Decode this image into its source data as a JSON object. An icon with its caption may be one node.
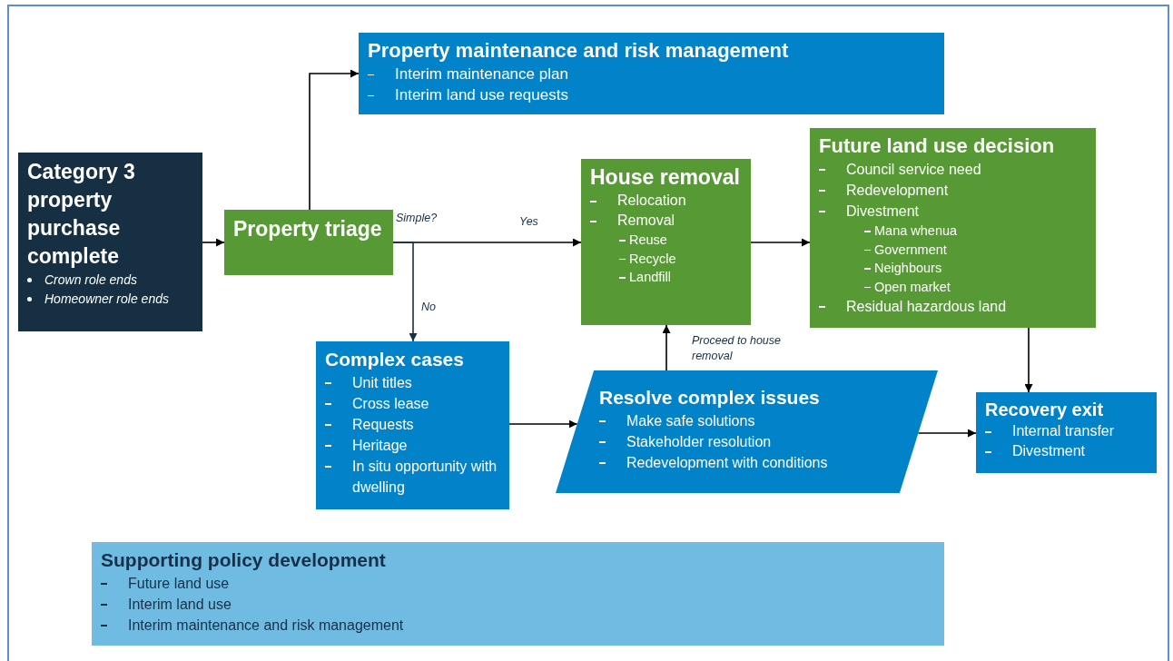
{
  "diagram": {
    "nodes": [
      {
        "text": [
          "Category 3 property purchase complete",
          "Crown role ends",
          "Homeowner role ends"
        ]
      },
      {
        "text": [
          "Property maintenance and risk management",
          "Interim maintenance plan",
          "Interim land use requests"
        ]
      },
      {
        "text": [
          "Property triage"
        ]
      },
      {
        "text": [
          "House removal",
          "Relocation",
          "Removal",
          "Reuse",
          "Recycle",
          "Landfill"
        ]
      },
      {
        "text": [
          "Future land use decision",
          "Council service need",
          "Redevelopment",
          "Divestment",
          "Mana whenua",
          "Government",
          "Neighbours",
          "Open market",
          "Residual hazardous land"
        ]
      },
      {
        "text": [
          "Complex cases",
          "Unit titles",
          "Cross lease",
          "Requests",
          "Heritage",
          "In situ opportunity with dwelling"
        ]
      },
      {
        "text": [
          "Resolve complex issues",
          "Make safe solutions",
          "Stakeholder resolution",
          "Redevelopment with conditions"
        ]
      },
      {
        "text": [
          "Recovery exit",
          "Internal transfer",
          "Divestment"
        ]
      },
      {
        "text": [
          "Supporting policy development",
          "Future land use",
          "Interim land use",
          "Interim maintenance and risk management"
        ]
      }
    ],
    "edges": [
      {
        "from": 0,
        "to": 2,
        "arrow": "to"
      },
      {
        "from": 2,
        "to": 1,
        "arrow": "to"
      },
      {
        "from": 2,
        "to": 3,
        "arrow": "to",
        "label": "Yes"
      },
      {
        "from": 2,
        "to": 5,
        "arrow": "to",
        "label": "No"
      },
      {
        "from": 3,
        "to": 4,
        "arrow": "to"
      },
      {
        "from": 5,
        "to": 6,
        "arrow": "to"
      },
      {
        "from": 6,
        "to": 3,
        "arrow": "to",
        "label": "Proceed to house removal"
      },
      {
        "from": 4,
        "to": 7,
        "arrow": "to"
      },
      {
        "from": 6,
        "to": 7,
        "arrow": "to"
      }
    ],
    "labels": [
      "Simple?"
    ]
  }
}
